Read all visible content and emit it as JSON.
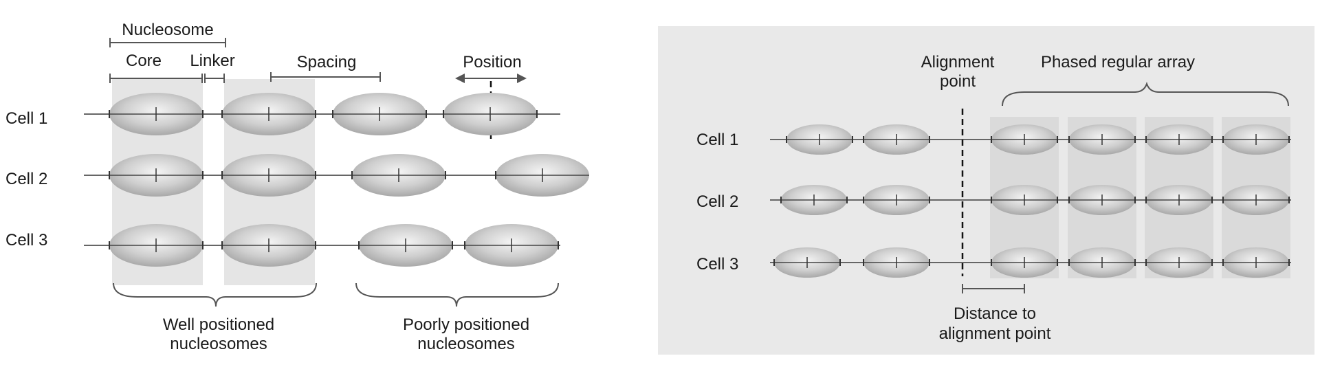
{
  "left_panel": {
    "header_labels": {
      "nucleosome": "Nucleosome",
      "core": "Core",
      "linker": "Linker",
      "spacing": "Spacing",
      "position": "Position"
    },
    "rows": [
      "Cell 1",
      "Cell 2",
      "Cell 3"
    ],
    "group_labels": {
      "well_line1": "Well positioned",
      "well_line2": "nucleosomes",
      "poor_line1": "Poorly positioned",
      "poor_line2": "nucleosomes"
    }
  },
  "right_panel": {
    "header_labels": {
      "alignment_line1": "Alignment",
      "alignment_line2": "point",
      "phased_array": "Phased regular array"
    },
    "rows": [
      "Cell 1",
      "Cell 2",
      "Cell 3"
    ],
    "distance_line1": "Distance to",
    "distance_line2": "alignment point"
  },
  "colors": {
    "panel_background": "#e9e9e9",
    "highlight_column": "#dcdcdc",
    "nucleosome_center": "#f2f2f2",
    "nucleosome_edge": "#a6a6a6",
    "line": "#555555"
  }
}
